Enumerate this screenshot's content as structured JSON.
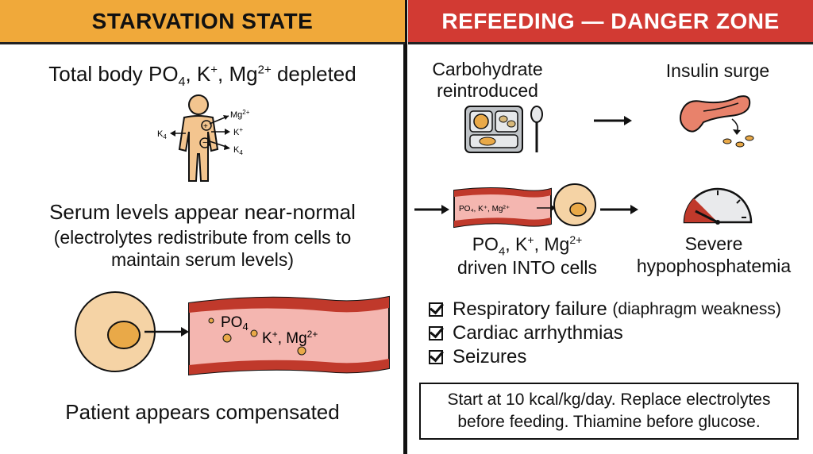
{
  "starvation": {
    "header": "STARVATION STATE",
    "total_prefix": "Total body PO",
    "total_sub": "4",
    "total_mid": ", K",
    "total_sup1": "+",
    "total_mid2": ", Mg",
    "total_sup2": "2+",
    "total_suffix": " depleted",
    "body_labels": {
      "mg": "Mg",
      "mg_sup": "2+",
      "k_plus": "K",
      "k_plus_sup": "+",
      "k4_left": "K",
      "k4_left_sub": "4",
      "k4_right": "K",
      "k4_right_sub": "4"
    },
    "serum_line1": "Serum levels appear near-normal",
    "serum_line2": "(electrolytes redistribute from cells to",
    "serum_line3": "maintain serum levels)",
    "vessel_po": "PO",
    "vessel_po_sub": "4",
    "vessel_k": "K",
    "vessel_k_sup": "+",
    "vessel_mg": ", Mg",
    "vessel_mg_sup": "2+",
    "compensated": "Patient appears compensated"
  },
  "refeeding": {
    "header": "REFEEDING — DANGER ZONE",
    "carb_line1": "Carbohydrate",
    "carb_line2": "reintroduced",
    "insulin": "Insulin surge",
    "vessel_text": "PO₄, K⁺, Mg²⁺",
    "driven_prefix": "PO",
    "driven_sub": "4",
    "driven_mid": ", K",
    "driven_sup1": "+",
    "driven_mid2": ", Mg",
    "driven_sup2": "2+",
    "driven_line2": "driven INTO cells",
    "severe_line1": "Severe",
    "severe_line2": "hypophosphatemia",
    "checks": [
      {
        "main": "Respiratory failure",
        "detail": "(diaphragm weakness)"
      },
      {
        "main": "Cardiac arrhythmias",
        "detail": ""
      },
      {
        "main": "Seizures",
        "detail": ""
      }
    ],
    "note_line1": "Start at 10 kcal/kg/day. Replace electrolytes",
    "note_line2": "before feeding. Thiamine before glucose."
  },
  "colors": {
    "left_header": "#f0a93a",
    "right_header": "#d23a33",
    "vessel_wall": "#c0392b",
    "vessel_inner": "#f4b6b0",
    "cell_fill": "#f5d3a5",
    "nucleus": "#e9a948",
    "body_fill": "#f3c58f"
  }
}
